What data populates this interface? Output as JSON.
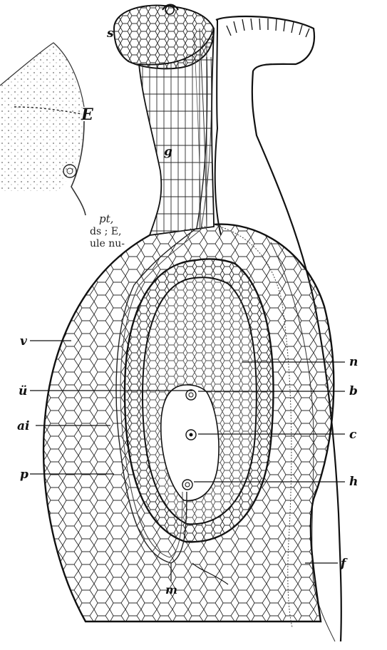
{
  "figure": {
    "labels": {
      "s": "s",
      "g": "g",
      "v": "v",
      "u": "ü",
      "ai": "ai",
      "p": "p",
      "m": "m",
      "n": "n",
      "b": "b",
      "c": "c",
      "h": "h",
      "f": "f",
      "E": "E"
    },
    "inset_caption_fragments": [
      "pt,",
      "ds ; E,",
      "ule nu-"
    ]
  }
}
